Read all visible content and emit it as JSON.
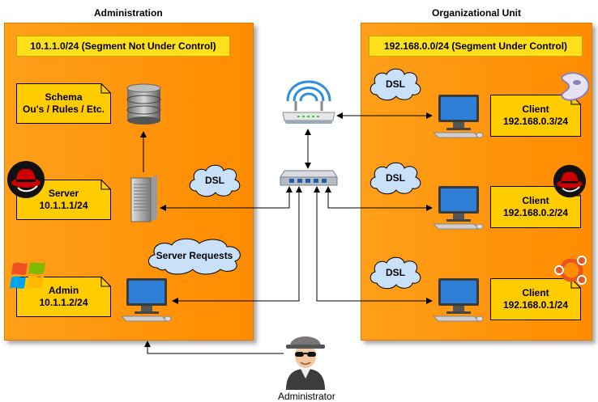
{
  "zones": {
    "left": {
      "title": "Administration",
      "segment": "10.1.1.0/24 (Segment Not Under Control)"
    },
    "right": {
      "title": "Organizational Unit",
      "segment": "192.168.0.0/24 (Segment Under Control)"
    }
  },
  "notes": {
    "schema": "Schema\nOu's / Rules / Etc.",
    "server": "Server\n10.1.1.1/24",
    "admin": "Admin\n10.1.1.2/24",
    "client3": "Client\n192.168.0.3/24",
    "client2": "Client\n192.168.0.2/24",
    "client1": "Client\n192.168.0.1/24"
  },
  "clouds": {
    "dsl_server": "DSL",
    "server_requests": "Server Requests",
    "dsl_top": "DSL",
    "dsl_mid": "DSL",
    "dsl_bottom": "DSL"
  },
  "administrator_label": "Administrator",
  "icons": {
    "database": "database-icon",
    "server": "server-tower-icon",
    "router": "wireless-router-icon",
    "switch": "network-switch-icon",
    "workstation": "monitor-icon",
    "redhat": "redhat-logo-icon",
    "gentoo": "gentoo-logo-icon",
    "ubuntu": "ubuntu-logo-icon",
    "windows": "windows-logo-icon",
    "administrator": "spy-person-icon"
  },
  "colors": {
    "zone": "#ff8c00",
    "segment": "#ffe01a",
    "note": "#ffcc00",
    "cloud": "#c8e0f8"
  }
}
